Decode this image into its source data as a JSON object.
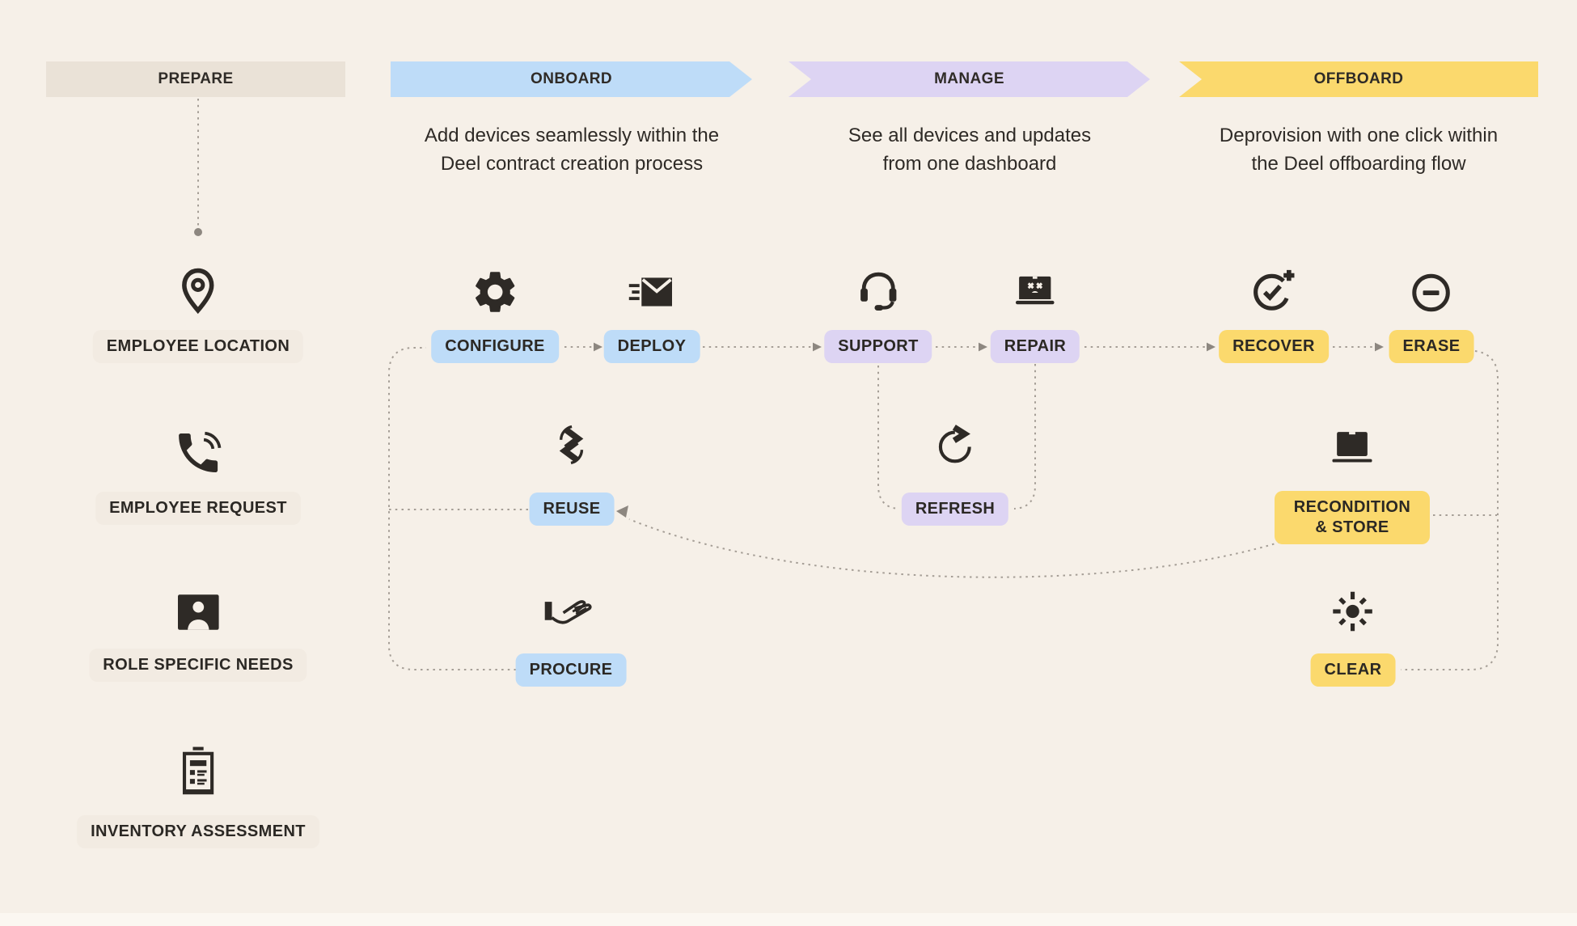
{
  "diagram": {
    "type": "device-lifecycle-flow",
    "background": "#f6f0e8"
  },
  "colors": {
    "onboard_blue": "#bedcf8",
    "manage_purple": "#ddd4f3",
    "offboard_yellow": "#fbd96d",
    "prepare_beige": "#eae2d7",
    "pill_beige": "#f2ebe2",
    "ink": "#2e2a26",
    "connector_gray": "#a59e96"
  },
  "phases": [
    {
      "label": "PREPARE",
      "color": "#eae2d7",
      "description_line1": "",
      "description_line2": ""
    },
    {
      "label": "ONBOARD",
      "color": "#bedcf8",
      "description_line1": "Add devices seamlessly within the",
      "description_line2": "Deel contract creation process"
    },
    {
      "label": "MANAGE",
      "color": "#ddd4f3",
      "description_line1": "See all devices and updates",
      "description_line2": "from one dashboard"
    },
    {
      "label": "OFFBOARD",
      "color": "#fbd96d",
      "description_line1": "Deprovision with one click within",
      "description_line2": "the Deel offboarding flow"
    }
  ],
  "prepare_items": [
    {
      "label": "EMPLOYEE LOCATION",
      "icon": "location-pin-icon"
    },
    {
      "label": "EMPLOYEE REQUEST",
      "icon": "phone-ringing-icon"
    },
    {
      "label": "ROLE SPECIFIC NEEDS",
      "icon": "person-badge-icon"
    },
    {
      "label": "INVENTORY ASSESSMENT",
      "icon": "inventory-document-icon"
    }
  ],
  "flow_nodes": [
    {
      "id": "configure",
      "label": "CONFIGURE",
      "phase": "ONBOARD",
      "icon": "gear-icon"
    },
    {
      "id": "deploy",
      "label": "DEPLOY",
      "phase": "ONBOARD",
      "icon": "envelope-send-icon"
    },
    {
      "id": "support",
      "label": "SUPPORT",
      "phase": "MANAGE",
      "icon": "headset-icon"
    },
    {
      "id": "repair",
      "label": "REPAIR",
      "phase": "MANAGE",
      "icon": "laptop-error-icon"
    },
    {
      "id": "recover",
      "label": "RECOVER",
      "phase": "OFFBOARD",
      "icon": "check-circle-plus-icon"
    },
    {
      "id": "erase",
      "label": "ERASE",
      "phase": "OFFBOARD",
      "icon": "minus-circle-icon"
    },
    {
      "id": "reuse",
      "label": "REUSE",
      "phase": "ONBOARD",
      "icon": "sync-arrows-icon"
    },
    {
      "id": "refresh",
      "label": "REFRESH",
      "phase": "MANAGE",
      "icon": "refresh-arrow-icon"
    },
    {
      "id": "recondition",
      "label": "RECONDITION & STORE",
      "phase": "OFFBOARD",
      "icon": "laptop-icon"
    },
    {
      "id": "procure",
      "label": "PROCURE",
      "phase": "ONBOARD",
      "icon": "hand-give-icon"
    },
    {
      "id": "clear",
      "label": "CLEAR",
      "phase": "OFFBOARD",
      "icon": "sun-burst-icon"
    }
  ],
  "connections": [
    {
      "from": "configure",
      "to": "deploy",
      "arrow": true
    },
    {
      "from": "deploy",
      "to": "support",
      "arrow": true
    },
    {
      "from": "support",
      "to": "repair",
      "arrow": true
    },
    {
      "from": "repair",
      "to": "recover",
      "arrow": true
    },
    {
      "from": "recover",
      "to": "erase",
      "arrow": true
    },
    {
      "from": "support",
      "to": "refresh",
      "arrow": false
    },
    {
      "from": "repair",
      "to": "refresh",
      "arrow": false
    },
    {
      "from": "erase",
      "to": "clear",
      "arrow": false
    },
    {
      "from": "recondition",
      "to": "reuse",
      "arrow": true
    },
    {
      "from": "reuse",
      "to": "configure",
      "arrow": false
    },
    {
      "from": "procure",
      "to": "configure",
      "arrow": false
    }
  ]
}
